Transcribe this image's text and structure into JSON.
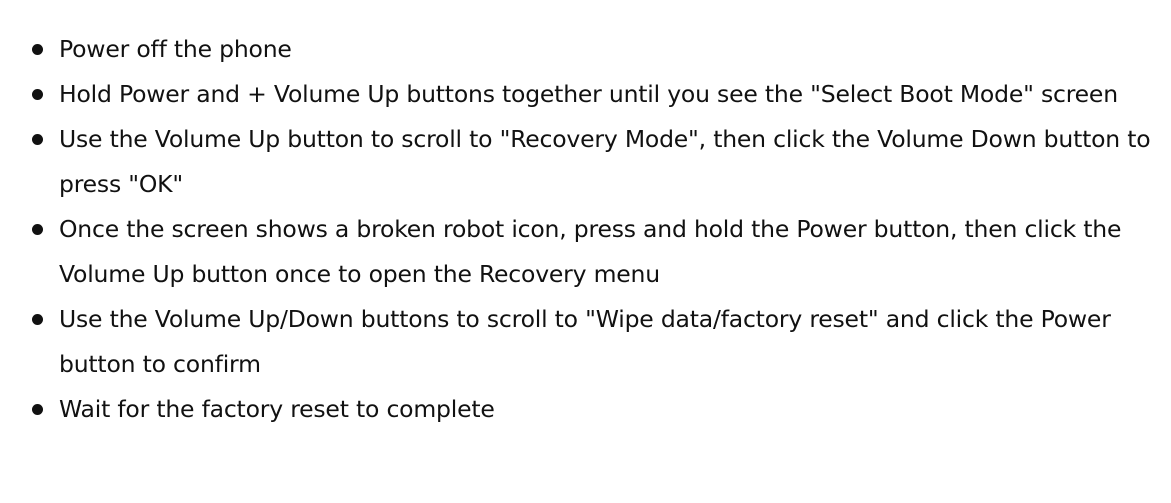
{
  "instructions": {
    "steps": [
      {
        "text": "Power off the phone"
      },
      {
        "text": "Hold Power and + Volume Up buttons together until you see the \"Select Boot Mode\" screen"
      },
      {
        "text": "Use the Volume Up button to scroll to \"Recovery Mode\", then click the Volume Down button to press \"OK\""
      },
      {
        "text": "Once the screen shows a broken robot icon, press and hold the Power button, then click the Volume Up button once to open the Recovery menu"
      },
      {
        "text": "Use the Volume Up/Down buttons to scroll to \"Wipe data/factory reset\" and click the Power button to confirm"
      },
      {
        "text": "Wait for the factory reset to complete"
      }
    ]
  }
}
